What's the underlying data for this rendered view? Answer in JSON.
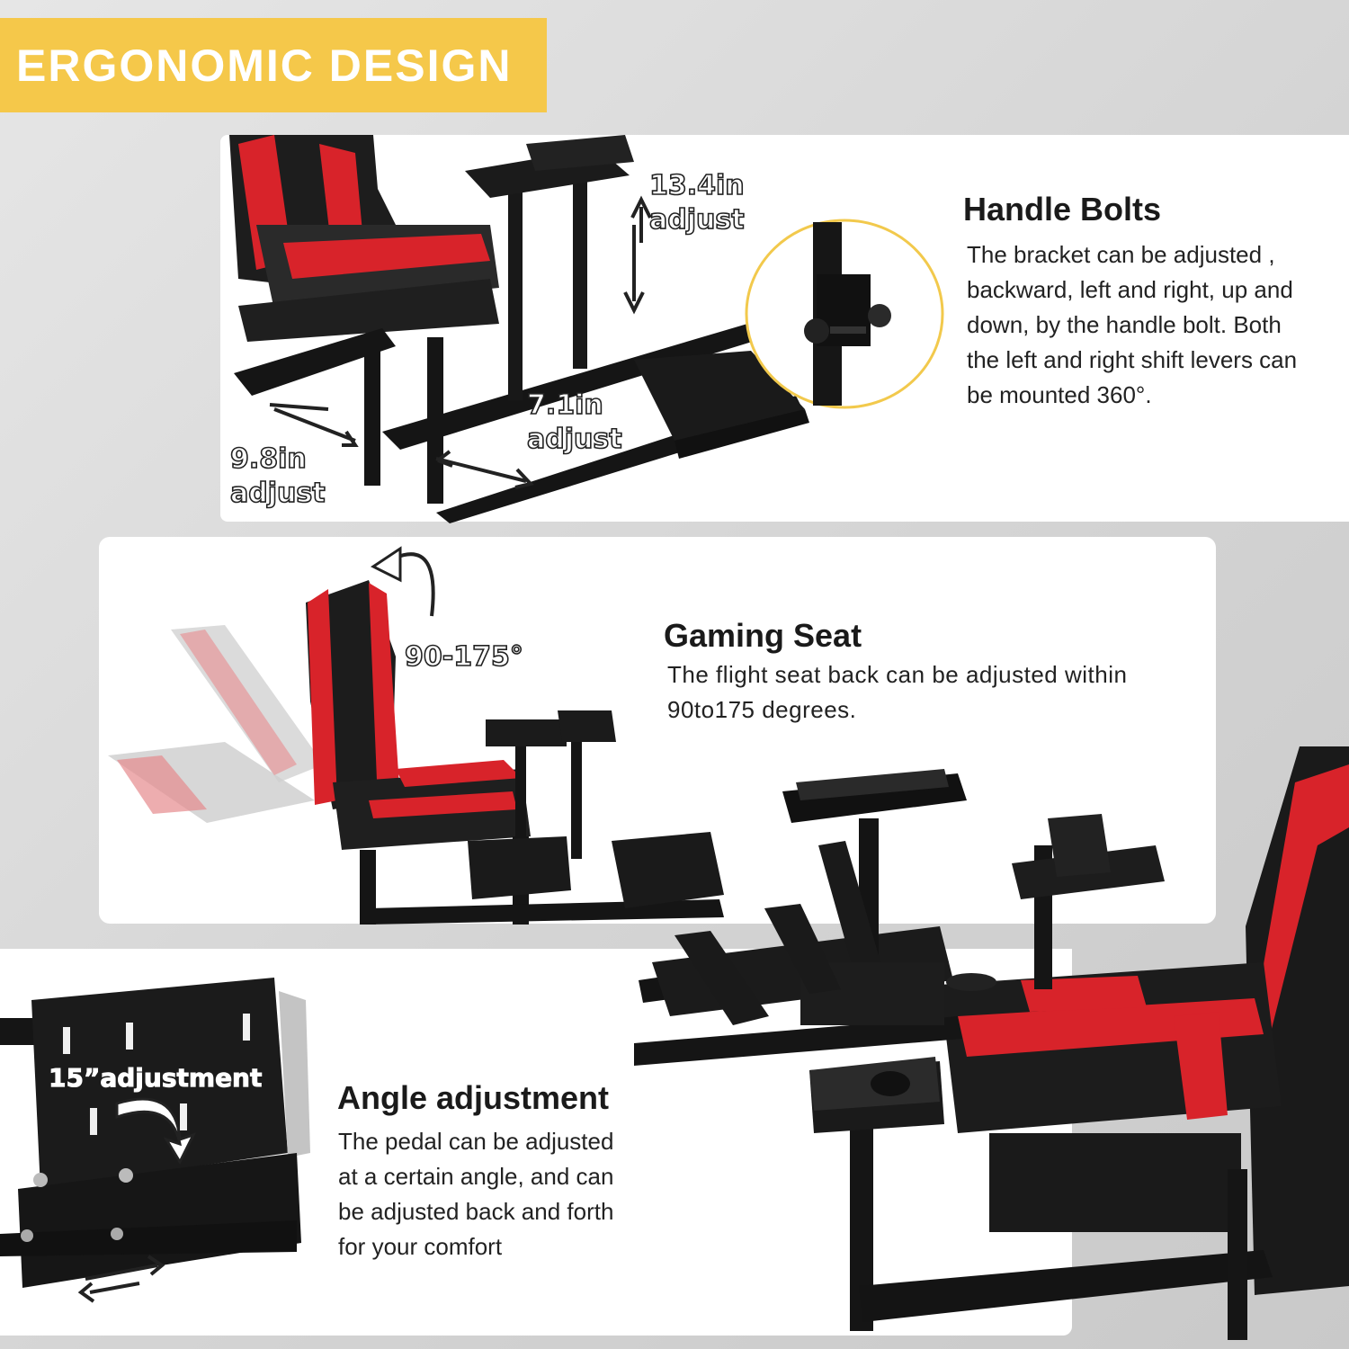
{
  "banner": {
    "title": "ERGONOMIC DESIGN"
  },
  "handle_bolts": {
    "heading": "Handle Bolts",
    "lines": [
      "The bracket can be adjusted ,",
      "backward, left and right, up and",
      "down, by the handle bolt. Both",
      "the left and right shift levers can",
      "be mounted 360°."
    ],
    "dim_vertical": [
      "13.4in",
      "adjust"
    ],
    "dim_depth": [
      "7.1in",
      "adjust"
    ],
    "dim_side": [
      "9.8in",
      "adjust"
    ]
  },
  "gaming_seat": {
    "heading": "Gaming Seat",
    "lines": [
      "The flight seat back can be adjusted within",
      "90to175 degrees."
    ],
    "angle_label": "90-175°"
  },
  "angle_adjustment": {
    "heading": "Angle adjustment",
    "lines": [
      "The pedal can be adjusted",
      "at a certain angle, and can",
      "be adjusted back and forth",
      "for your comfort"
    ],
    "pedal_label": "15”adjustment"
  },
  "colors": {
    "banner": "#f5c84a",
    "frame_black": "#1b1b1b",
    "seat_red": "#d8232a",
    "highlight_ring": "#f2c94c"
  }
}
